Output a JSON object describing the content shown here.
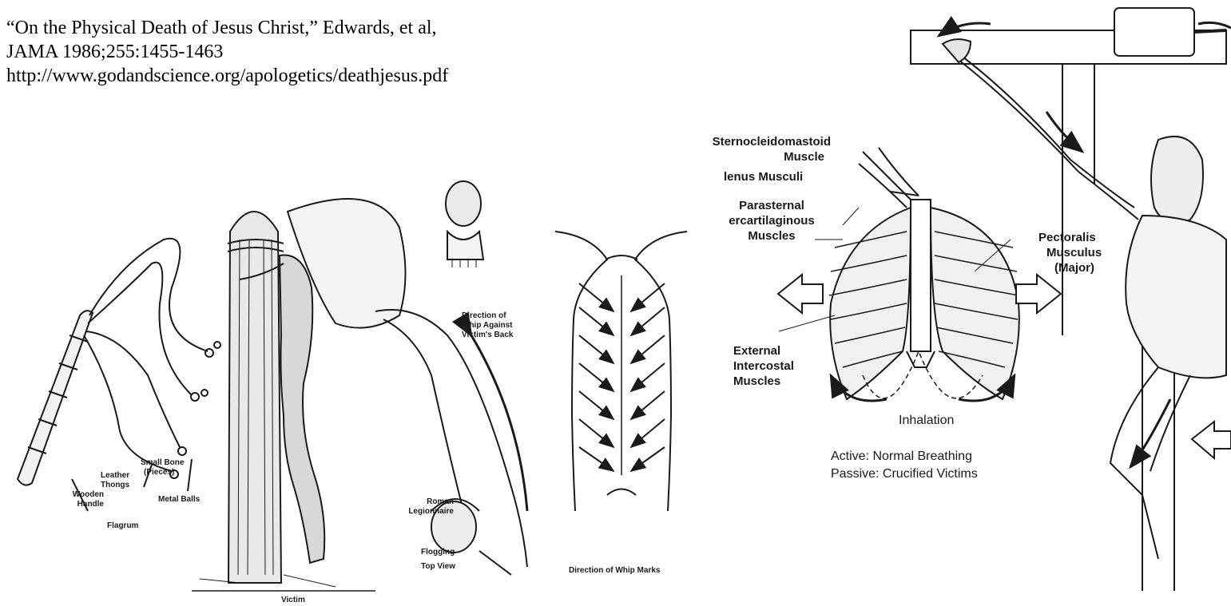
{
  "citation": {
    "line1": "“On the Physical Death of Jesus Christ,” Edwards, et al,",
    "line2": "JAMA 1986;255:1455-1463",
    "line3": "http://www.godandscience.org/apologetics/deathjesus.pdf"
  },
  "flogging": {
    "labels": {
      "wooden_handle_1": "Wooden",
      "wooden_handle_2": "Handle",
      "leather_thongs_1": "Leather",
      "leather_thongs_2": "Thongs",
      "small_bone_1": "Small Bone",
      "small_bone_2": "(Pieces)",
      "metal_balls": "Metal Balls",
      "flagrum": "Flagrum",
      "victim": "Victim",
      "direction_whip_1": "Direction of",
      "direction_whip_2": "Whip Against",
      "direction_whip_3": "Victim's Back",
      "roman_1": "Roman",
      "roman_2": "Legionnaire",
      "flogging_1": "Flogging",
      "flogging_2": "Top View",
      "whip_marks": "Direction of Whip Marks"
    }
  },
  "respiration": {
    "labels": {
      "sterno_1": "Sternocleidomastoid",
      "sterno_2": "Muscle",
      "scalenus": "lenus Musculi",
      "parasternal_1": "Parasternal",
      "parasternal_2": "ercartilaginous",
      "parasternal_3": "Muscles",
      "external_1": "External",
      "external_2": "Intercostal",
      "external_3": "Muscles",
      "pectoralis_1": "Pectoralis",
      "pectoralis_2": "Musculus",
      "pectoralis_3": "(Major)",
      "inhalation": "Inhalation",
      "active": "Active: Normal Breathing",
      "passive": "Passive: Crucified Victims"
    }
  },
  "colors": {
    "ink": "#1a1a1a",
    "background": "#ffffff"
  }
}
